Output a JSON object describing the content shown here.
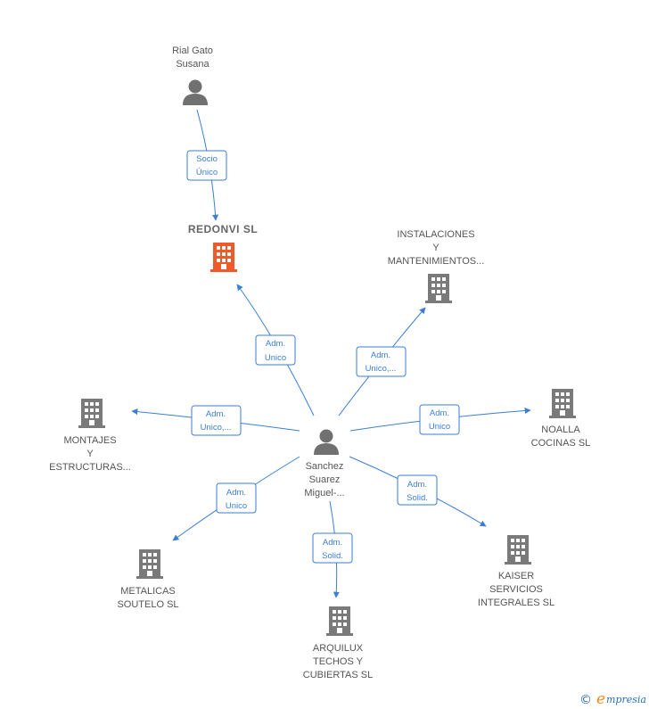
{
  "nodes": {
    "rial": {
      "lines": [
        "Rial Gato",
        "Susana"
      ]
    },
    "redonvi": {
      "lines": [
        "REDONVI  SL"
      ]
    },
    "instalaciones": {
      "lines": [
        "INSTALACIONES",
        "Y",
        "MANTENIMIENTOS..."
      ]
    },
    "montajes": {
      "lines": [
        "MONTAJES",
        "Y",
        "ESTRUCTURAS..."
      ]
    },
    "noalla": {
      "lines": [
        "NOALLA",
        "COCINAS SL"
      ]
    },
    "sanchez": {
      "lines": [
        "Sanchez",
        "Suarez",
        "Miguel-..."
      ]
    },
    "metalicas": {
      "lines": [
        "METALICAS",
        "SOUTELO SL"
      ]
    },
    "kaiser": {
      "lines": [
        "KAISER",
        "SERVICIOS",
        "INTEGRALES SL"
      ]
    },
    "arquilux": {
      "lines": [
        "ARQUILUX",
        "TECHOS Y",
        "CUBIERTAS SL"
      ]
    }
  },
  "edges": {
    "rial_redonvi": [
      "Socio",
      "Único"
    ],
    "sanchez_redonvi": [
      "Adm.",
      "Unico"
    ],
    "sanchez_instalaciones": [
      "Adm.",
      "Unico,..."
    ],
    "sanchez_montajes": [
      "Adm.",
      "Unico,..."
    ],
    "sanchez_noalla": [
      "Adm.",
      "Unico"
    ],
    "sanchez_metalicas": [
      "Adm.",
      "Unico"
    ],
    "sanchez_kaiser": [
      "Adm.",
      "Solid."
    ],
    "sanchez_arquilux": [
      "Adm.",
      "Solid."
    ]
  },
  "footer": {
    "copyright": "©",
    "brand_initial": "e",
    "brand_rest": "mpresia"
  },
  "colors": {
    "edge": "#3a7fd5",
    "main_company": "#ef5a2a",
    "company": "#7a7a7a",
    "person": "#707070"
  }
}
